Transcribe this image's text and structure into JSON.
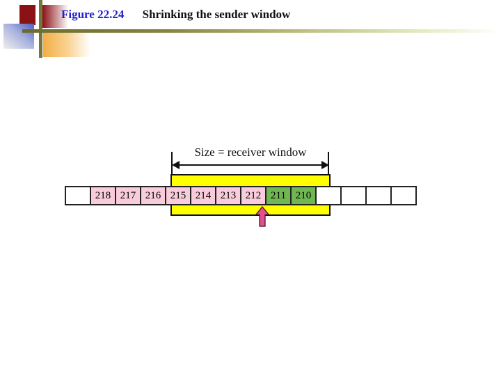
{
  "header": {
    "figure_label": "Figure 22.24",
    "caption": "Shrinking the sender window"
  },
  "diagram": {
    "measure_label": "Size = receiver window",
    "cells": [
      {
        "label": "",
        "type": "empty"
      },
      {
        "label": "218",
        "type": "pink"
      },
      {
        "label": "217",
        "type": "pink"
      },
      {
        "label": "216",
        "type": "pink"
      },
      {
        "label": "215",
        "type": "pink"
      },
      {
        "label": "214",
        "type": "pink"
      },
      {
        "label": "213",
        "type": "pink"
      },
      {
        "label": "212",
        "type": "pink"
      },
      {
        "label": "211",
        "type": "green"
      },
      {
        "label": "210",
        "type": "green"
      },
      {
        "label": "",
        "type": "empty"
      },
      {
        "label": "",
        "type": "empty"
      },
      {
        "label": "",
        "type": "empty"
      },
      {
        "label": "",
        "type": "empty"
      }
    ],
    "pointer_target": "212"
  },
  "palette": {
    "cell-pink": "#F8CCDB",
    "cell-green": "#6FB752",
    "window-yellow": "#FFFF00",
    "arrow-pink": "#E0518D",
    "title-blue": "#2020CC",
    "line-olive": "#76763A",
    "logo-red": "#8C1115"
  }
}
